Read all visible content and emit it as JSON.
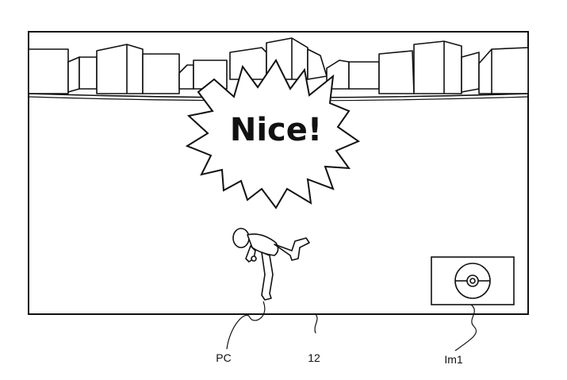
{
  "screen": {
    "speech_text": "Nice!"
  },
  "labels": {
    "player_character": "PC",
    "display": "12",
    "item_icon": "Im1"
  },
  "icons": {
    "item_icon": "ball-icon",
    "character": "running-figure-icon"
  }
}
